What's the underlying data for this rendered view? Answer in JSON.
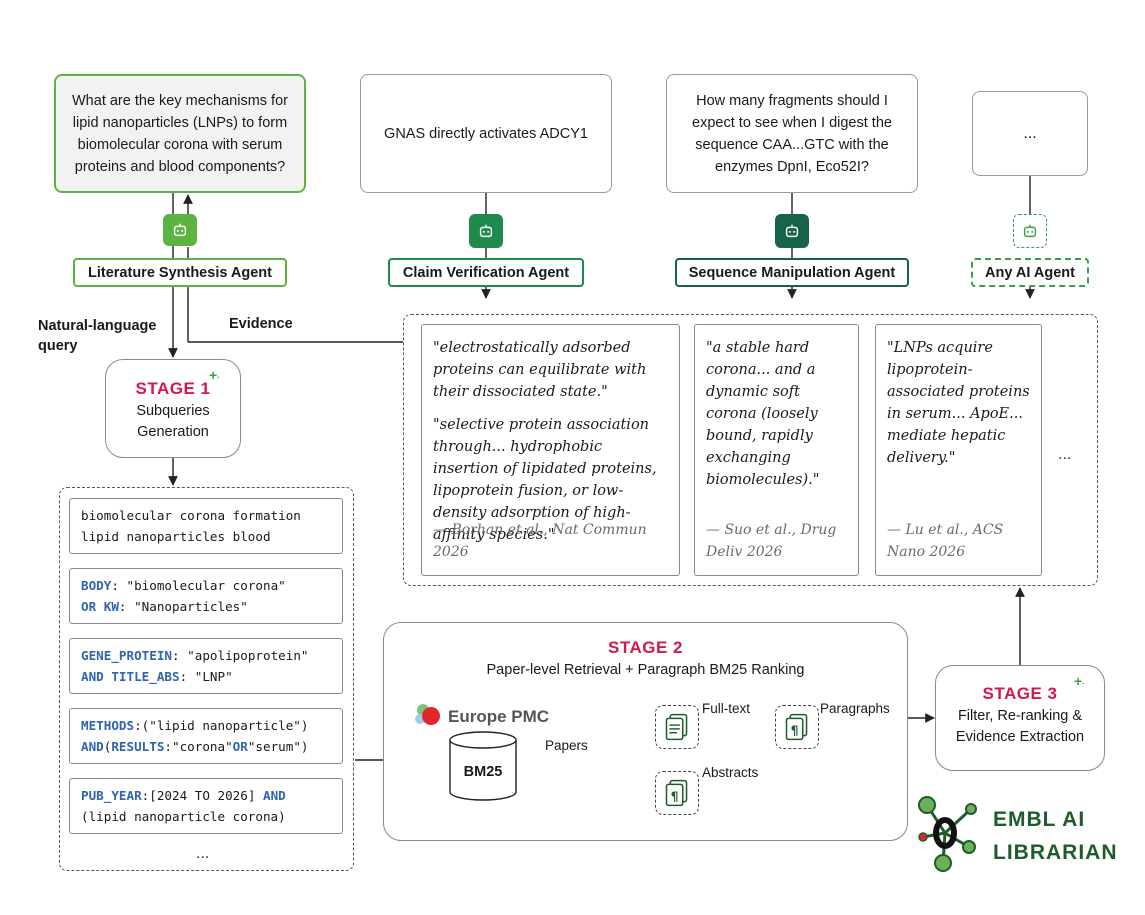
{
  "queries": [
    "What are the key mechanisms for\nlipid nanoparticles (LNPs) to form\nbiomolecular corona with serum\nproteins and blood components?",
    "GNAS directly activates ADCY1",
    "How many fragments should I\nexpect to see when I digest the\nsequence CAA...GTC with the\nenzymes DpnI, Eco52I?",
    "..."
  ],
  "agents": [
    {
      "label": "Literature Synthesis Agent",
      "color": "#5db342",
      "icon": "robot-icon"
    },
    {
      "label": "Claim Verification Agent",
      "color": "#1f8a4c",
      "icon": "robot-icon"
    },
    {
      "label": "Sequence Manipulation Agent",
      "color": "#17634a",
      "icon": "robot-icon"
    },
    {
      "label": "Any AI Agent",
      "color": "#3aa047",
      "icon": "robot-icon"
    }
  ],
  "labels": {
    "query": "Natural-language\nquery",
    "evidence": "Evidence",
    "papers": "Papers",
    "full_text": "Full-text",
    "paragraphs": "Paragraphs",
    "abstracts": "Abstracts",
    "evidence_more": "...",
    "subq_more": "..."
  },
  "stage1": {
    "title": "STAGE 1",
    "subtitle": "Subqueries\nGeneration"
  },
  "stage2": {
    "title": "STAGE 2",
    "subtitle": "Paper-level Retrieval + Paragraph BM25 Ranking",
    "source": "Europe PMC",
    "bm25": "BM25"
  },
  "stage3": {
    "title": "STAGE 3",
    "subtitle": "Filter, Re-ranking &\nEvidence Extraction"
  },
  "subqueries": [
    [
      {
        "t": "biomolecular corona formation\nlipid nanoparticles blood"
      }
    ],
    [
      {
        "t": "BODY",
        "k": 1
      },
      {
        "t": ": \"biomolecular corona\"\n"
      },
      {
        "t": "OR KW",
        "k": 1
      },
      {
        "t": ": \"Nanoparticles\""
      }
    ],
    [
      {
        "t": "GENE_PROTEIN",
        "k": 1
      },
      {
        "t": ": \"apolipoprotein\"\n"
      },
      {
        "t": "AND TITLE_ABS",
        "k": 1
      },
      {
        "t": ": \"LNP\""
      }
    ],
    [
      {
        "t": "METHODS",
        "k": 1
      },
      {
        "t": ":(\"lipid nanoparticle\")\n"
      },
      {
        "t": "AND",
        "k": 1
      },
      {
        "t": "("
      },
      {
        "t": "RESULTS",
        "k": 1
      },
      {
        "t": ":\"corona\""
      },
      {
        "t": "OR",
        "k": 1
      },
      {
        "t": "\"serum\")"
      }
    ],
    [
      {
        "t": "PUB_YEAR",
        "k": 1
      },
      {
        "t": ":[2024 TO 2026] "
      },
      {
        "t": "AND",
        "k": 1
      },
      {
        "t": "\n(lipid nanoparticle corona)"
      }
    ]
  ],
  "evidence": [
    {
      "quotes": [
        "\"electrostatically adsorbed proteins can equilibrate with their dissociated state.\"",
        "\"selective protein association through... hydrophobic insertion of lipidated proteins, lipoprotein fusion, or low-density adsorption of high-affinity species.\""
      ],
      "cite": "— Borhan et al., Nat Commun 2026"
    },
    {
      "quotes": [
        "\"a stable hard corona... and a dynamic soft corona (loosely bound, rapidly exchanging biomolecules).\""
      ],
      "cite": "— Suo et al., Drug Deliv 2026"
    },
    {
      "quotes": [
        "\"LNPs acquire lipoprotein-associated proteins in serum... ApoE... mediate hepatic delivery.\""
      ],
      "cite": "— Lu et al., ACS Nano 2026"
    }
  ],
  "brand": {
    "line1": "EMBL AI",
    "line2": "LIBRARIAN",
    "color": "#1e5c2c"
  },
  "colors": {
    "stage_title": "#d2184d",
    "keyword": "#2e64b2",
    "panel_bg": "#d9e5cd",
    "panel_border": "#6fa84f"
  }
}
